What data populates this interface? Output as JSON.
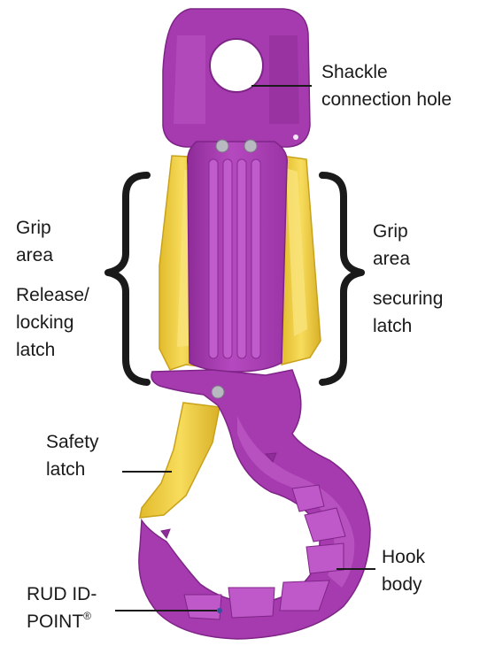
{
  "labels": {
    "shackle": {
      "line1": "Shackle",
      "line2": "connection hole"
    },
    "grip_left": {
      "line1": "Grip",
      "line2": "area"
    },
    "release": {
      "line1": "Release/",
      "line2": "locking",
      "line3": "latch"
    },
    "grip_right": {
      "line1": "Grip",
      "line2": "area"
    },
    "securing": {
      "line1": "securing",
      "line2": "latch"
    },
    "safety": {
      "line1": "Safety",
      "line2": "latch"
    },
    "hook_body": {
      "line1": "Hook",
      "line2": "body"
    },
    "rud_id": {
      "line1": "RUD ID-",
      "line2": "POINT",
      "mark": "®"
    }
  },
  "colors": {
    "hook_body": "#a63bb0",
    "hook_highlight": "#c561cc",
    "hook_shadow": "#7f2487",
    "latch": "#f2d24a",
    "latch_shadow": "#c9a21a",
    "pin": "#b9b9c2",
    "id_point": "#3a4fa0",
    "text": "#1a1a1a"
  }
}
